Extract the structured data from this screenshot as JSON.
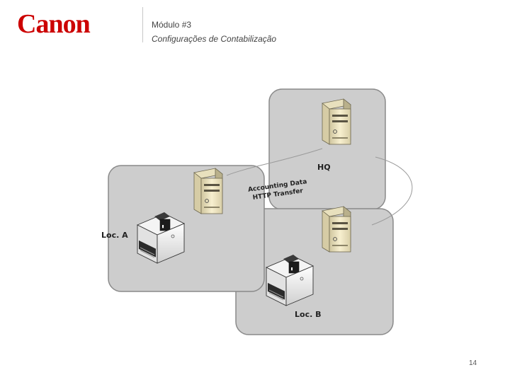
{
  "header": {
    "logo_text": "Canon",
    "module": "Módulo #3",
    "subtitle": "Configurações de Contabilização"
  },
  "diagram": {
    "hq_label": "HQ",
    "loc_a_label": "Loc. A",
    "loc_b_label": "Loc. B",
    "transfer_line1": "Accounting Data",
    "transfer_line2": "HTTP Transfer"
  },
  "footer": {
    "page_number": "14"
  },
  "colors": {
    "brand": "#cc0000",
    "zone_fill": "#cdcdcd",
    "zone_stroke": "#8a8a8a",
    "server_body": "#efe6c4"
  }
}
